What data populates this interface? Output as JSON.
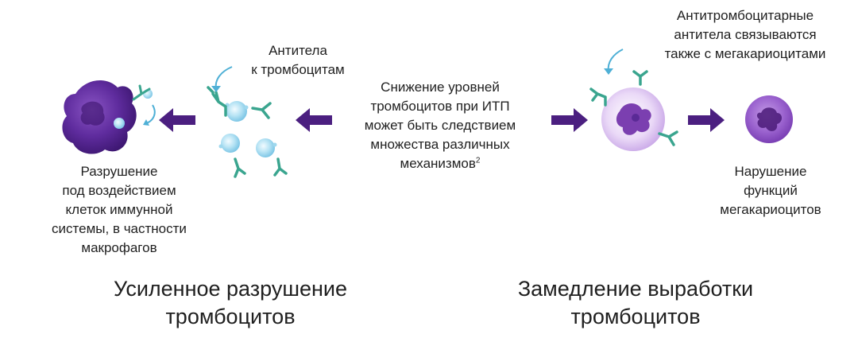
{
  "labels": {
    "antibodies": [
      "Антитела",
      "к тромбоцитам"
    ],
    "center": [
      "Снижение уровней",
      "тромбоцитов при ИТП",
      "может быть следствием",
      "множества различных",
      "механизмов"
    ],
    "center_superscript": "2",
    "antiplatelet": [
      "Антитромбоцитарные",
      "антитела  связываются",
      "также с мегакариоцитами"
    ],
    "destruction": [
      "Разрушение",
      "под воздействием",
      "клеток иммунной",
      "системы, в частности",
      "макрофагов"
    ],
    "impairment": [
      "Нарушение",
      "функций",
      "мегакариоцитов"
    ]
  },
  "headings": {
    "left": [
      "Усиленное разрушение",
      "тромбоцитов"
    ],
    "right": [
      "Замедление выработки",
      "тромбоцитов"
    ]
  },
  "colors": {
    "arrow": "#4b1f80",
    "antibody": "#3aa58f",
    "platelet": "#9fd8ee",
    "macrophage": "#5a2a96",
    "megakaryocyte_light": "#d9c4ee",
    "megakaryocyte_dark": "#7b3fb0",
    "pointer": "#4fb0d6"
  },
  "icons": [
    "macrophage-icon",
    "platelet-icon",
    "antibody-icon",
    "megakaryocyte-icon",
    "arrow-left-icon",
    "arrow-right-icon",
    "curved-pointer-icon"
  ]
}
